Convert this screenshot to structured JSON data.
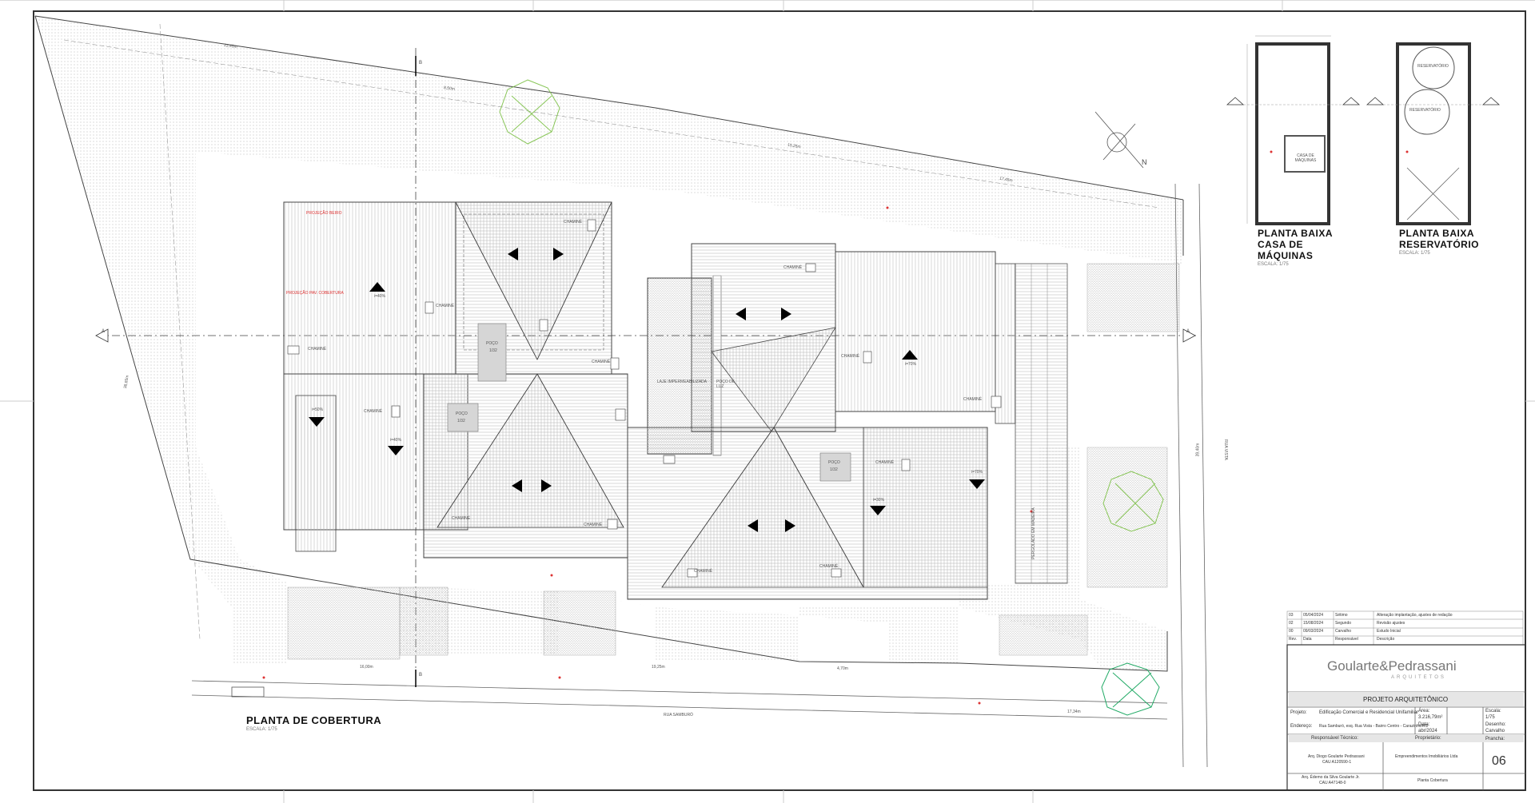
{
  "drawing": {
    "main_title": "PLANTA DE COBERTURA",
    "main_scale": "ESCALA: 1/75",
    "street_bottom": "RUA SAMBURÓ",
    "street_right": "RUA VISTA",
    "north": "N",
    "pocos": [
      {
        "label": "POÇO",
        "sub": "1/32"
      },
      {
        "label": "POÇO",
        "sub": "1/32"
      },
      {
        "label": "POÇO",
        "sub": "1/32"
      }
    ],
    "chimney_label": "CHAMINÉ",
    "laje_label": "LAJE IMPERMEABILIZADA",
    "poco_luz_label": "POÇO DE LUZ",
    "prolongamento_label": "PROJEÇÃO BEIRO",
    "projecao_label": "PROJEÇÃO PAV. COBERTURA",
    "pergolado_label": "PERGOLADO EM MADEIRA",
    "slope_labels": [
      "i=30%",
      "i=40%",
      "i=50%",
      "i=70%"
    ],
    "dims": [
      "22,45m",
      "8,50m",
      "15,25m",
      "17,45m",
      "16,00m",
      "19,25m",
      "4,70m",
      "17,34m",
      "38,85m",
      "39,40m",
      "17,45m"
    ],
    "cut_letters": [
      "A",
      "A",
      "B",
      "B"
    ]
  },
  "detail_left": {
    "title": [
      "PLANTA BAIXA",
      "CASA DE",
      "MÁQUINAS"
    ],
    "scale": "ESCALA: 1/75",
    "room": "CASA DE MÁQUINAS"
  },
  "detail_right": {
    "title": [
      "PLANTA BAIXA",
      "RESERVATÓRIO"
    ],
    "scale": "ESCALA: 1/75",
    "tanks": [
      "RESERVATÓRIO",
      "RESERVATÓRIO"
    ]
  },
  "revisions": [
    [
      "03",
      "05/04/2024",
      "Sétimo",
      "Alteração implantação, ajustes de redação"
    ],
    [
      "02",
      "15/08/2024",
      "Segundo",
      "Revisão ajustes"
    ],
    [
      "00",
      "09/03/2024",
      "Carvalho",
      "Estudo Inicial"
    ],
    [
      "Rev.",
      "Data",
      "Responsável",
      "Descrição"
    ]
  ],
  "title_block": {
    "firm": "Goularte&Pedrassani",
    "firm_sub": "ARQUITETOS",
    "project_type": "PROJETO ARQUITETÔNICO",
    "projeto_label": "Projeto:",
    "projeto_value": "Edificação Comercial e Residencial Unifamiliar",
    "endereco_label": "Endereço:",
    "endereco_value": "Rua Samburó, esq. Rua Vista - Bairro Centro - Carazinho/RS",
    "area_label": "Área:",
    "area_value": "3.216,79m²",
    "escala_label": "Escala:",
    "escala_value": "1/75",
    "data_label": "Data:",
    "data_value": "abr/2024",
    "desenho_label": "Desenho:",
    "desenho_value": "Carvalho",
    "prancha_label": "Prancha:",
    "prancha_value": "06",
    "resp_tecnico": "Responsável Técnico:",
    "proprietario": "Proprietário:",
    "arq1": "Arq. Diogo Goularte Pedrassani",
    "arq1_cau": "CAU A120590-1",
    "arq2": "Arq. Édemo da Silva Goularte Jr.",
    "arq2_cau": "CAU A47148-0",
    "prop_name": "Empreendimentos Imobiliários Ltda",
    "sheet_name": "Planta Cobertura"
  }
}
